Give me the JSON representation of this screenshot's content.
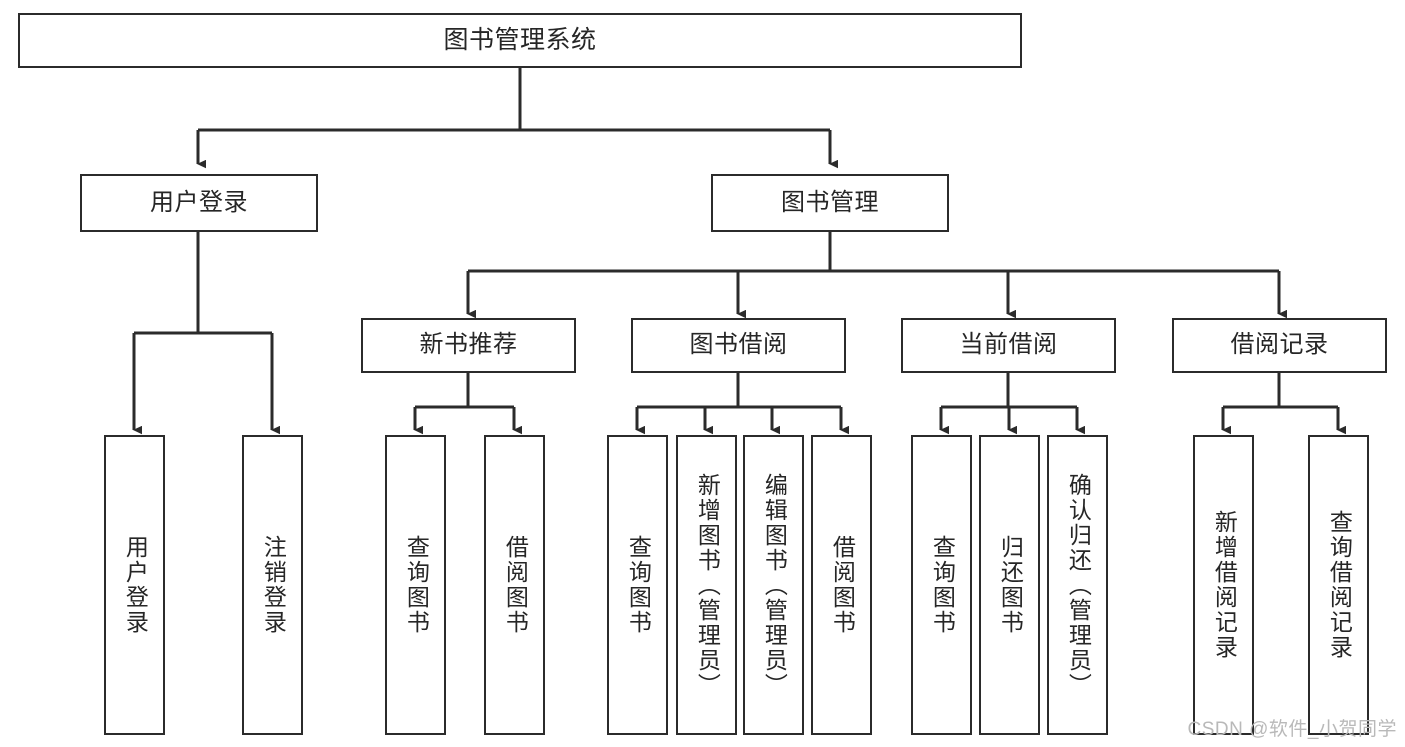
{
  "diagram": {
    "title": "图书管理系统",
    "type": "tree-hierarchy",
    "colors": {
      "box_border": "#2b2b2b",
      "box_fill": "#ffffff",
      "connector": "#2b2b2b",
      "text": "#262626",
      "watermark": "#b9b9b9",
      "background": "#ffffff"
    },
    "watermark": "CSDN @软件_小贺同学",
    "levels": {
      "root": {
        "id": "root",
        "label": "图书管理系统"
      },
      "level2": [
        {
          "id": "user-login",
          "label": "用户登录"
        },
        {
          "id": "book-manage",
          "label": "图书管理"
        }
      ],
      "level3": [
        {
          "id": "new-book-recommend",
          "label": "新书推荐",
          "parent": "book-manage"
        },
        {
          "id": "book-borrow",
          "label": "图书借阅",
          "parent": "book-manage"
        },
        {
          "id": "current-borrow",
          "label": "当前借阅",
          "parent": "book-manage"
        },
        {
          "id": "borrow-record",
          "label": "借阅记录",
          "parent": "book-manage"
        }
      ],
      "leaves": [
        {
          "id": "leaf-user-login",
          "label": "用户登录",
          "parent": "user-login"
        },
        {
          "id": "leaf-logout-login",
          "label": "注销登录",
          "parent": "user-login"
        },
        {
          "id": "leaf-query-book-1",
          "label": "查询图书",
          "parent": "new-book-recommend"
        },
        {
          "id": "leaf-borrow-book-1",
          "label": "借阅图书",
          "parent": "new-book-recommend"
        },
        {
          "id": "leaf-query-book-2",
          "label": "查询图书",
          "parent": "book-borrow"
        },
        {
          "id": "leaf-add-book",
          "label": "新增图书（管理员）",
          "parent": "book-borrow"
        },
        {
          "id": "leaf-edit-book",
          "label": "编辑图书（管理员）",
          "parent": "book-borrow"
        },
        {
          "id": "leaf-borrow-book-2",
          "label": "借阅图书",
          "parent": "book-borrow"
        },
        {
          "id": "leaf-query-book-3",
          "label": "查询图书",
          "parent": "current-borrow"
        },
        {
          "id": "leaf-return-book",
          "label": "归还图书",
          "parent": "current-borrow"
        },
        {
          "id": "leaf-confirm-return",
          "label": "确认归还（管理员）",
          "parent": "current-borrow"
        },
        {
          "id": "leaf-add-record",
          "label": "新增借阅记录",
          "parent": "borrow-record"
        },
        {
          "id": "leaf-query-record",
          "label": "查询借阅记录",
          "parent": "borrow-record"
        }
      ]
    }
  }
}
